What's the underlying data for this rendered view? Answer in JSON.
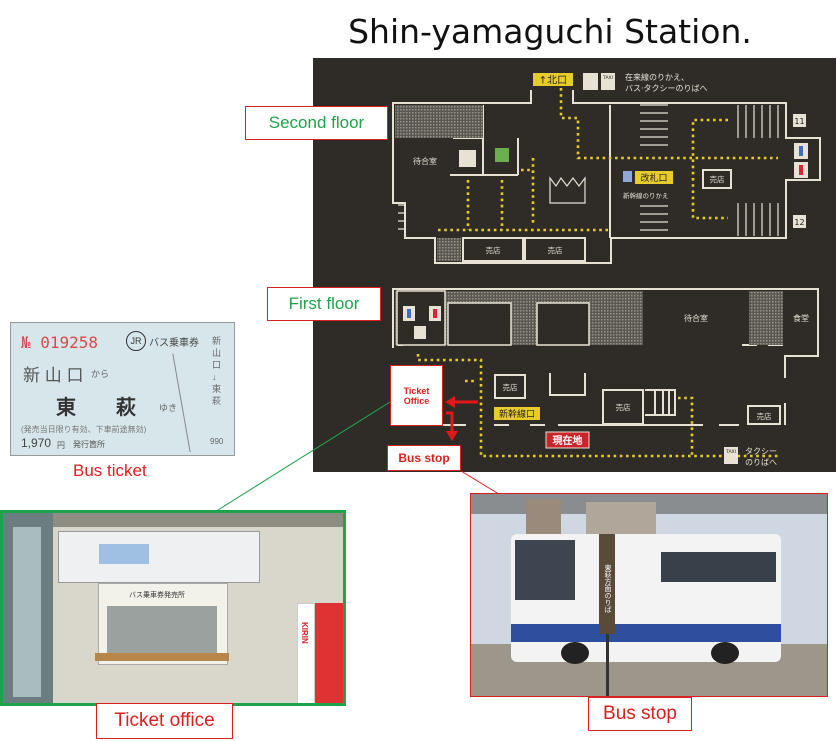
{
  "title": "Shin-yamaguchi Station.",
  "labels": {
    "second_floor": "Second floor",
    "first_floor": "First floor",
    "ticket_office_map": "Ticket Office",
    "bus_stop_map": "Bus stop",
    "bus_ticket": "Bus ticket",
    "ticket_office_photo": "Ticket office",
    "bus_stop_photo": "Bus stop"
  },
  "map": {
    "second_floor": {
      "north_exit": "↑北口",
      "transfer_line1": "在来線のりかえ、",
      "transfer_line2": "バス·タクシーのりばへ",
      "taxi_icon_text": "TAXI",
      "waiting_room": "待合室",
      "ticket_gate": "改札口",
      "shinkansen_transfer": "新幹線のりかえ",
      "shop": "売店",
      "platform_11": "11",
      "platform_12": "12"
    },
    "first_floor": {
      "waiting_room": "待合室",
      "dining": "食堂",
      "shop": "売店",
      "shinkansen_exit": "新幹線口",
      "current_location": "現在地",
      "taxi_line1": "タクシー",
      "taxi_line2": "のりばへ",
      "taxi_icon_text": "TAXI"
    }
  },
  "ticket": {
    "number": "№ 019258",
    "brand": "JR",
    "type": "バス乗車券",
    "from": "新 山 口",
    "from_suffix": "から",
    "to": "東　　萩",
    "to_suffix": "ゆき",
    "notice": "(発売当日限り有効、下車前途無効)",
    "price": "1,970",
    "price_unit": "円",
    "issuer": "発行箇所",
    "side_route": "新山口↓東萩",
    "side_code": "990"
  },
  "photo_office": {
    "sign": "バス乗車券発売所",
    "vending_brand": "KIRIN"
  },
  "photo_bus": {
    "stop_sign": "東萩方面のりば"
  },
  "colors": {
    "accent_red": "#d9201e",
    "accent_green": "#1fa34a",
    "map_bg": "#2f2c28",
    "path_yellow": "#e8cc2a"
  }
}
